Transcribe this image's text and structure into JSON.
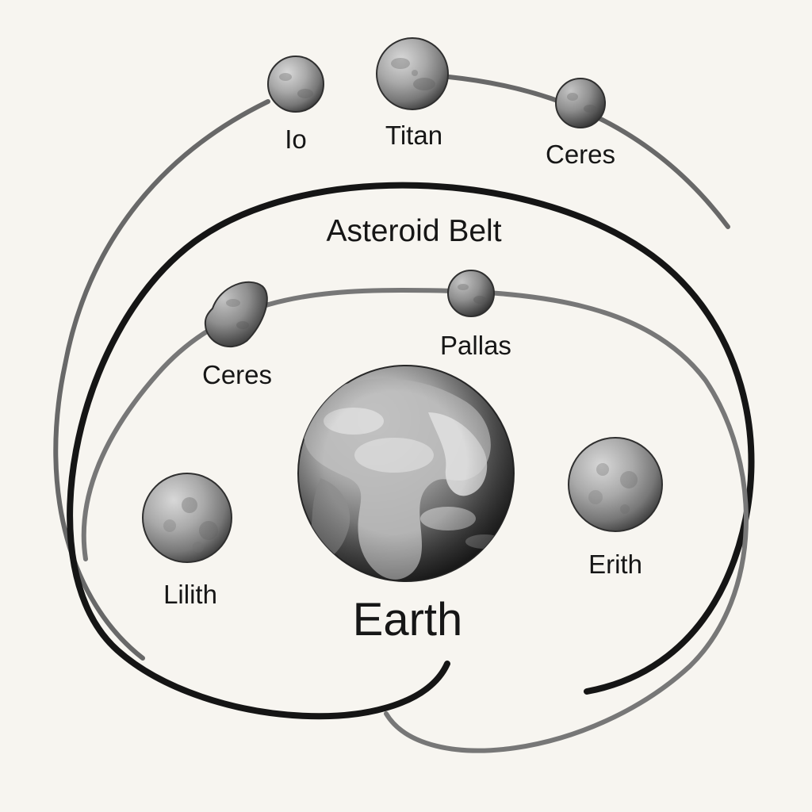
{
  "diagram": {
    "title": "",
    "colors": {
      "background": "#f7f5f0",
      "belt_orbit": "#151515",
      "outer_orbit": "#686868",
      "inner_orbit": "#777777",
      "text": "#161616"
    },
    "orbits": {
      "outer": "outer-orbit",
      "belt": "Asteroid Belt",
      "inner": "inner-orbit"
    },
    "bodies": {
      "io": "Io",
      "titan": "Titan",
      "ceres_outer": "Ceres",
      "asteroid_belt": "Asteroid Belt",
      "ceres_inner": "Ceres",
      "pallas": "Pallas",
      "earth": "Earth",
      "lilith": "Lilith",
      "erith": "Erith"
    },
    "textures": {
      "earth": "grayscale-earth",
      "moons": "cratered-gray"
    }
  }
}
